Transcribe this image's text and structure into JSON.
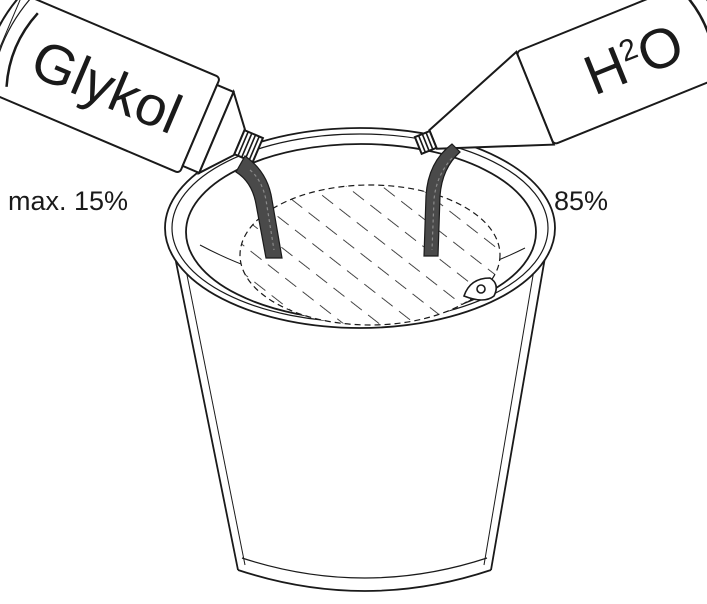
{
  "bottles": {
    "left": {
      "label": "Glykol"
    },
    "right": {
      "label_main": "H",
      "label_sup": "2",
      "label_end": "O"
    }
  },
  "ratios": {
    "glycol": "max. 15%",
    "water": "85%"
  },
  "colors": {
    "line": "#1a1a1a",
    "fill": "#ffffff",
    "stream": "#555555"
  }
}
